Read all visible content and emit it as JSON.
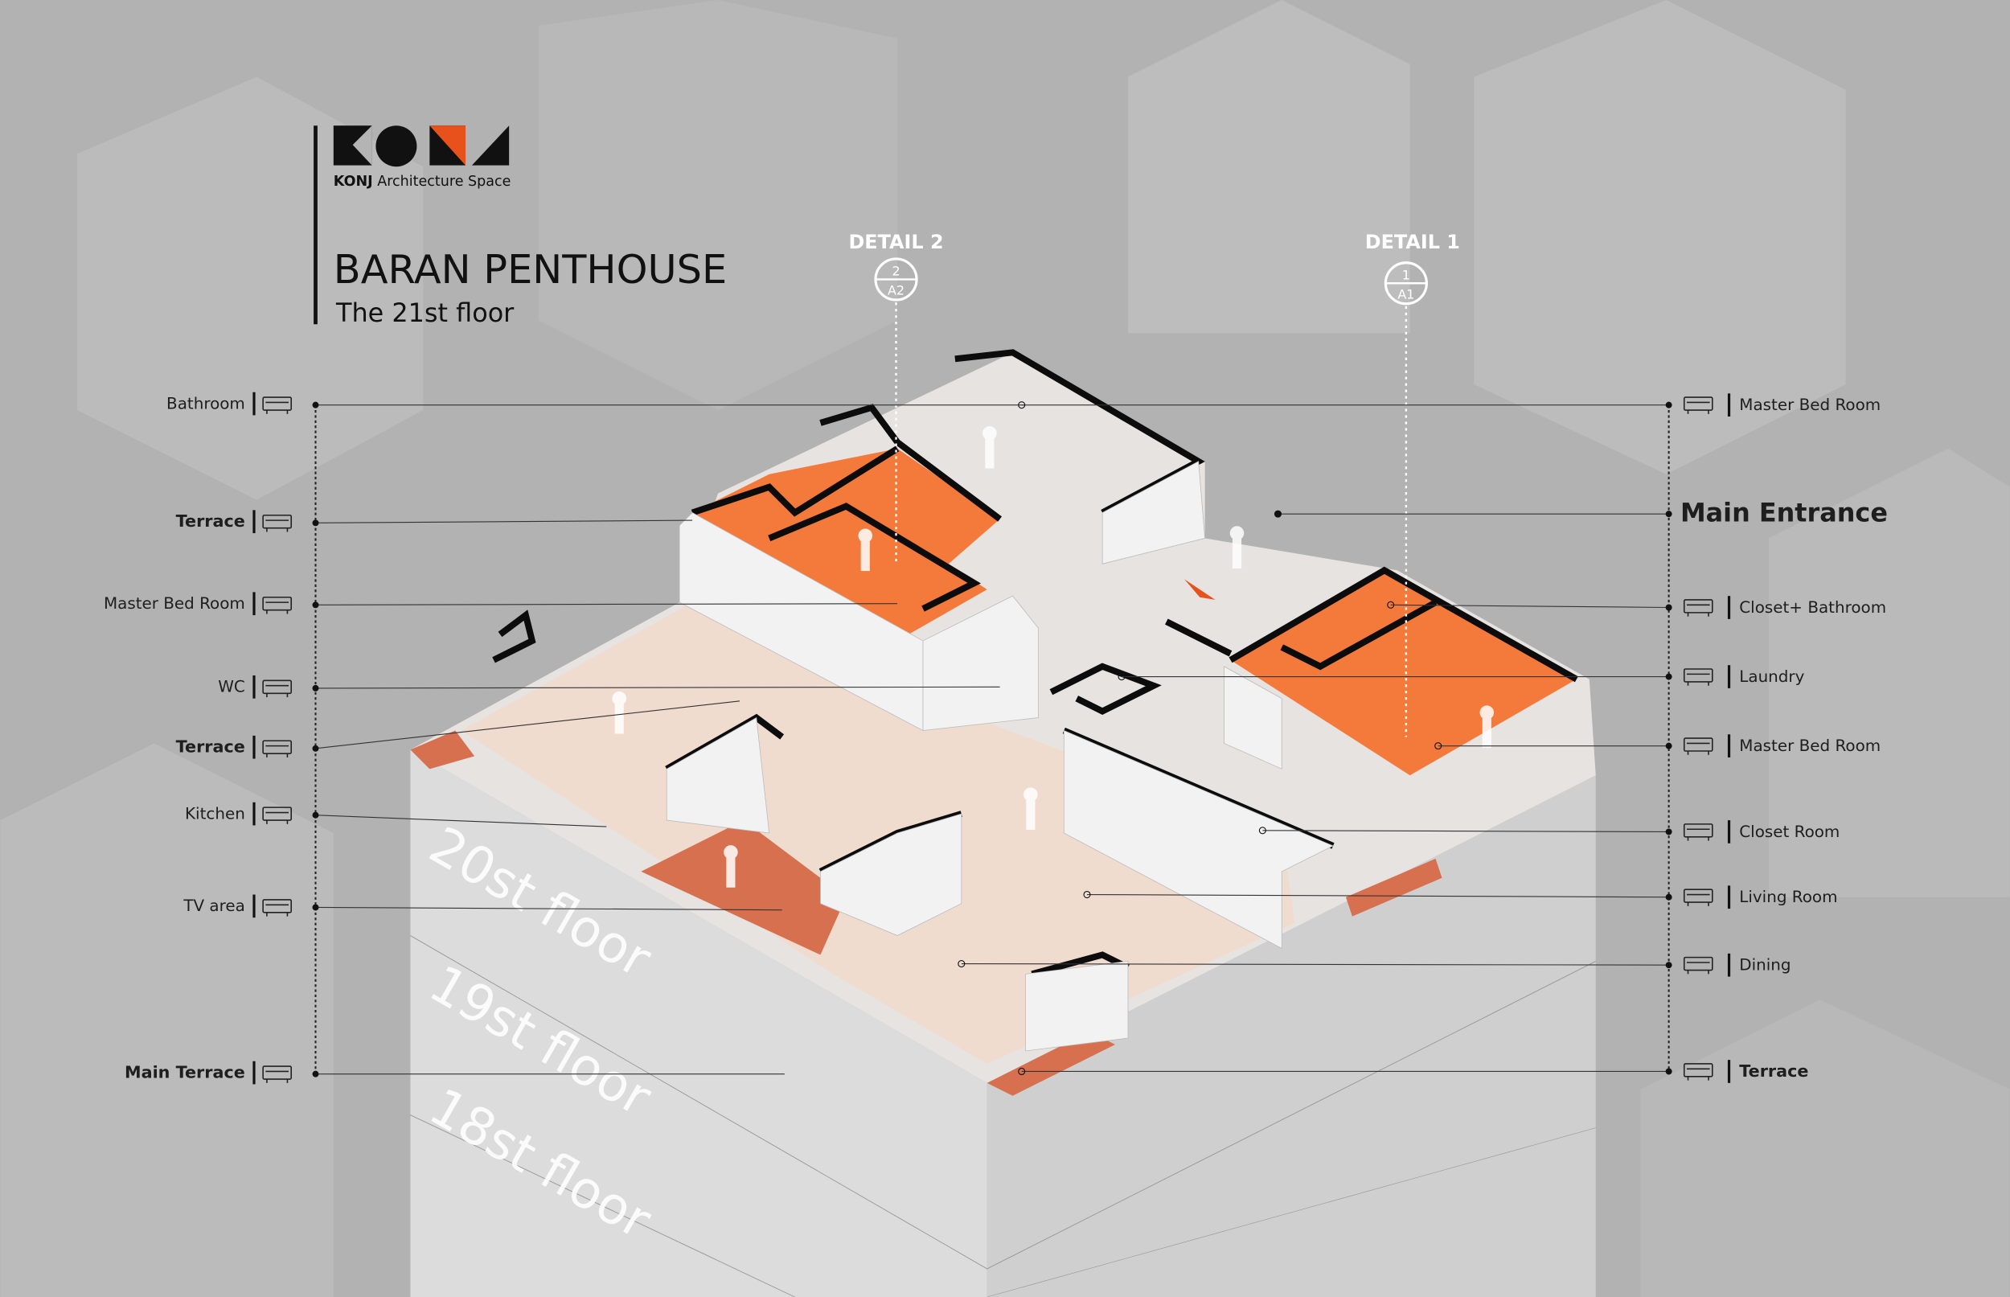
{
  "brand": {
    "logo_text": "KONJ",
    "name_bold": "KONJ",
    "name_rest": " Architecture Space",
    "accent": "#e8501c"
  },
  "title": "BARAN PENTHOUSE",
  "subtitle": "The 21st floor",
  "details": [
    {
      "label": "DETAIL 2",
      "num": "2",
      "sheet": "A2"
    },
    {
      "label": "DETAIL 1",
      "num": "1",
      "sheet": "A1"
    }
  ],
  "left_labels": [
    {
      "text": "Bathroom",
      "icon": "bathtub-icon",
      "bold": false
    },
    {
      "text": "Terrace",
      "icon": "umbrella-table-icon",
      "bold": true
    },
    {
      "text": "Master Bed Room",
      "icon": "bed-icon",
      "bold": false
    },
    {
      "text": "WC",
      "icon": "toilet-icon",
      "bold": false
    },
    {
      "text": "Terrace",
      "icon": "umbrella-table-icon",
      "bold": true
    },
    {
      "text": "Kitchen",
      "icon": "kitchen-icon",
      "bold": false
    },
    {
      "text": "TV area",
      "icon": "tv-icon",
      "bold": false
    },
    {
      "text": "Main Terrace",
      "icon": "umbrella-table-icon",
      "bold": true
    }
  ],
  "right_labels": [
    {
      "text": "Master Bed Room",
      "icon": "bed-icon",
      "bold": false
    },
    {
      "text": "Main Entrance",
      "icon": "",
      "bold": true,
      "large": true
    },
    {
      "text": "Closet+ Bathroom",
      "icon": "closet-bath-icon",
      "bold": false
    },
    {
      "text": "Laundry",
      "icon": "washing-machine-icon",
      "bold": false
    },
    {
      "text": "Master Bed Room",
      "icon": "bed-icon",
      "bold": false
    },
    {
      "text": "Closet Room",
      "icon": "wardrobe-icon",
      "bold": false
    },
    {
      "text": "Living Room",
      "icon": "sofa-icon",
      "bold": false
    },
    {
      "text": "Dining",
      "icon": "dining-table-icon",
      "bold": false
    },
    {
      "text": "Terrace",
      "icon": "umbrella-table-icon",
      "bold": true
    }
  ],
  "floors": [
    "20st floor",
    "19st floor",
    "18st floor"
  ],
  "colors": {
    "orange": "#f47a3c",
    "terrace": "#d6704f",
    "floor": "#efdccf",
    "background": "#b4b4b4"
  }
}
